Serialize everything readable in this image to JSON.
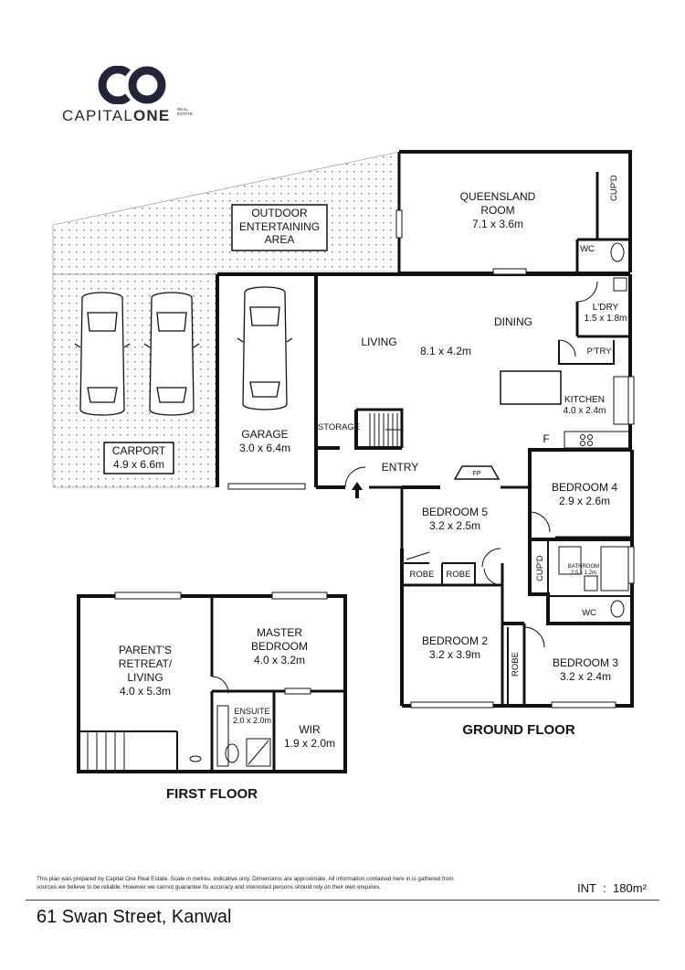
{
  "brand": {
    "mark": "CO",
    "name_light": "CAPITAL",
    "name_bold": "ONE",
    "name_suffix": "REAL ESTATE",
    "color": "#23233a"
  },
  "rooms": {
    "outdoor": {
      "name": "OUTDOOR\nENTERTAINING\nAREA"
    },
    "queensland": {
      "name": "QUEENSLAND\nROOM",
      "size": "7.1 x 3.6m"
    },
    "cupd_top": "CUP'D",
    "wc_top": "WC",
    "laundry": {
      "name": "L'DRY",
      "size": "1.5 x 1.8m"
    },
    "dining": "DINING",
    "living": "LIVING",
    "living_size": "8.1 x 4.2m",
    "pantry": "P'TRY",
    "kitchen": {
      "name": "KITCHEN",
      "size": "4.0 x 2.4m"
    },
    "fridge": "F",
    "storage": "STORAGE",
    "garage": {
      "name": "GARAGE",
      "size": "3.0 x 6.4m"
    },
    "carport": {
      "name": "CARPORT",
      "size": "4.9 x 6.6m"
    },
    "entry": "ENTRY",
    "fp": "FP",
    "bedroom4": {
      "name": "BEDROOM 4",
      "size": "2.9 x 2.6m"
    },
    "bedroom5": {
      "name": "BEDROOM 5",
      "size": "3.2 x 2.5m"
    },
    "robe_a": "ROBE",
    "robe_b": "ROBE",
    "cupd_mid": "CUP'D",
    "bathroom": {
      "name": "BATHROOM",
      "size": "2.5 x 1.2m"
    },
    "wc_mid": "WC",
    "bedroom2": {
      "name": "BEDROOM 2",
      "size": "3.2 x 3.9m"
    },
    "robe_c": "ROBE",
    "bedroom3": {
      "name": "BEDROOM 3",
      "size": "3.2 x 2.4m"
    },
    "parents": {
      "name": "PARENT'S\nRETREAT/\nLIVING",
      "size": "4.0 x 5.3m"
    },
    "master": {
      "name": "MASTER\nBEDROOM",
      "size": "4.0 x 3.2m"
    },
    "ensuite": {
      "name": "ENSUITE",
      "size": "2.0 x 2.0m"
    },
    "wir": {
      "name": "WIR",
      "size": "1.9 x 2.0m"
    }
  },
  "floors": {
    "ground": "GROUND FLOOR",
    "first": "FIRST FLOOR"
  },
  "footer": {
    "disclaimer": "This plan was prepared by Capital One Real Estate. Scale in metres. indicative only. Dimensions are approximate. All information contained here in is gathered from sources we believe to be reliable. However we cannot guarantee its accuracy and interested persons should rely on their own enquires.",
    "int_label": "INT",
    "int_sep": ":",
    "int_value": "180m²",
    "address": "61 Swan Street, Kanwal"
  }
}
